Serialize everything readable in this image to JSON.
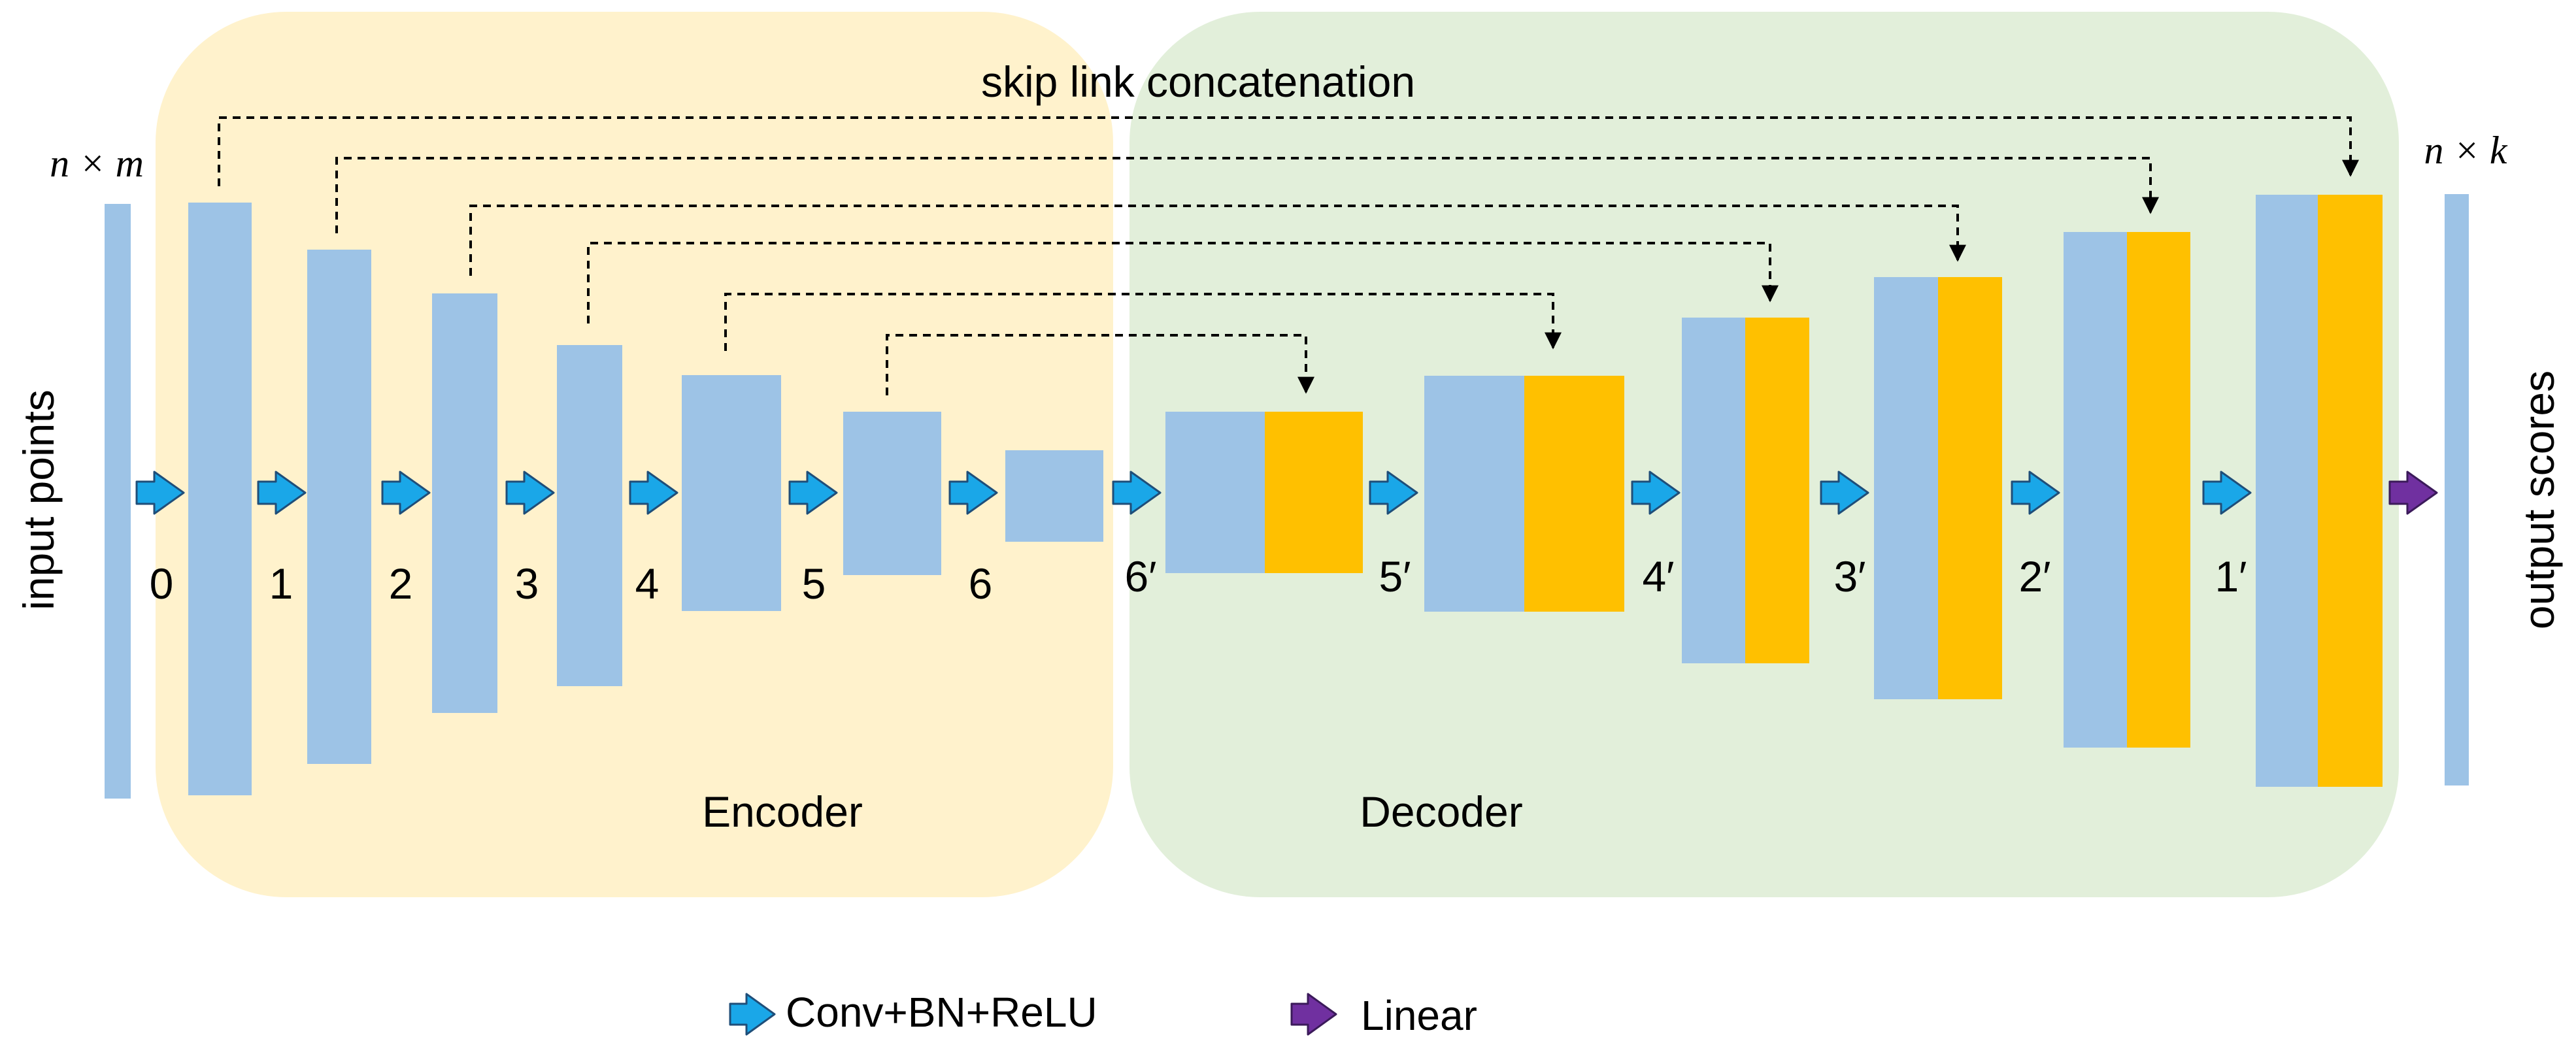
{
  "title": "skip link concatenation",
  "regions": {
    "encoder_label": "Encoder",
    "decoder_label": "Decoder"
  },
  "io": {
    "input_dims": "n × m",
    "output_dims": "n × k",
    "input_label": "input points",
    "output_label": "output scores"
  },
  "stages": {
    "encoder": [
      "0",
      "1",
      "2",
      "3",
      "4",
      "5",
      "6"
    ],
    "decoder": [
      "6′",
      "5′",
      "4′",
      "3′",
      "2′",
      "1′"
    ]
  },
  "legend": {
    "conv_label": "Conv+BN+ReLU",
    "linear_label": "Linear"
  },
  "colors": {
    "encoder_bg": "#fff2cc",
    "decoder_bg": "#e2efda",
    "feature_block": "#9dc3e6",
    "concat_block": "#ffc000",
    "conv_arrow": "#1aa7e8",
    "linear_arrow": "#7030a0"
  }
}
